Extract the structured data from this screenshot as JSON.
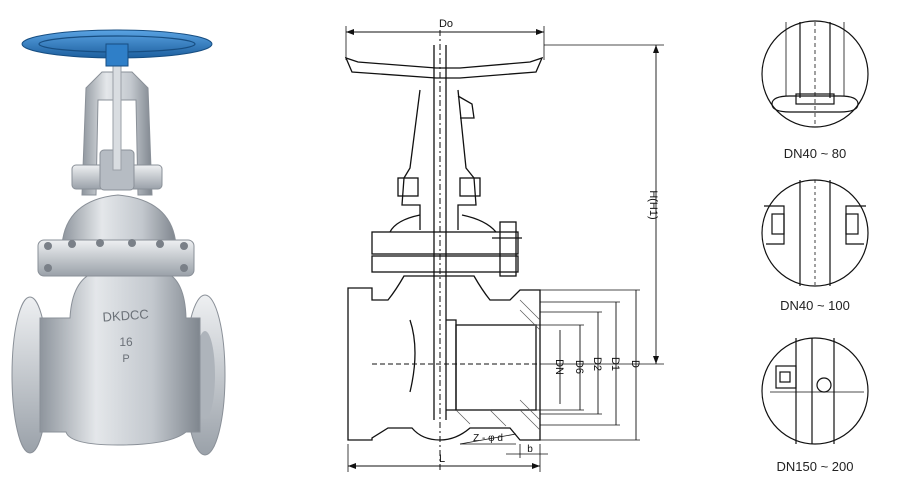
{
  "photo": {
    "body_marking_1": "DKDCC",
    "body_marking_2": "16",
    "body_marking_3": "P",
    "handwheel_color": "#2f7fc8",
    "body_color": "#c9cdd3"
  },
  "drawing": {
    "dim_top": "Do",
    "dim_height": "H(H1)",
    "dim_bottom": "L",
    "dim_flange": "b",
    "bolt_label": "Z - φ d",
    "dim_dn": "DN",
    "dim_d6": "D6",
    "dim_d2": "D2",
    "dim_d1": "D1",
    "dim_d": "D"
  },
  "details": [
    {
      "caption": "DN40 ~ 80"
    },
    {
      "caption": "DN40 ~ 100"
    },
    {
      "caption": "DN150 ~ 200"
    }
  ]
}
